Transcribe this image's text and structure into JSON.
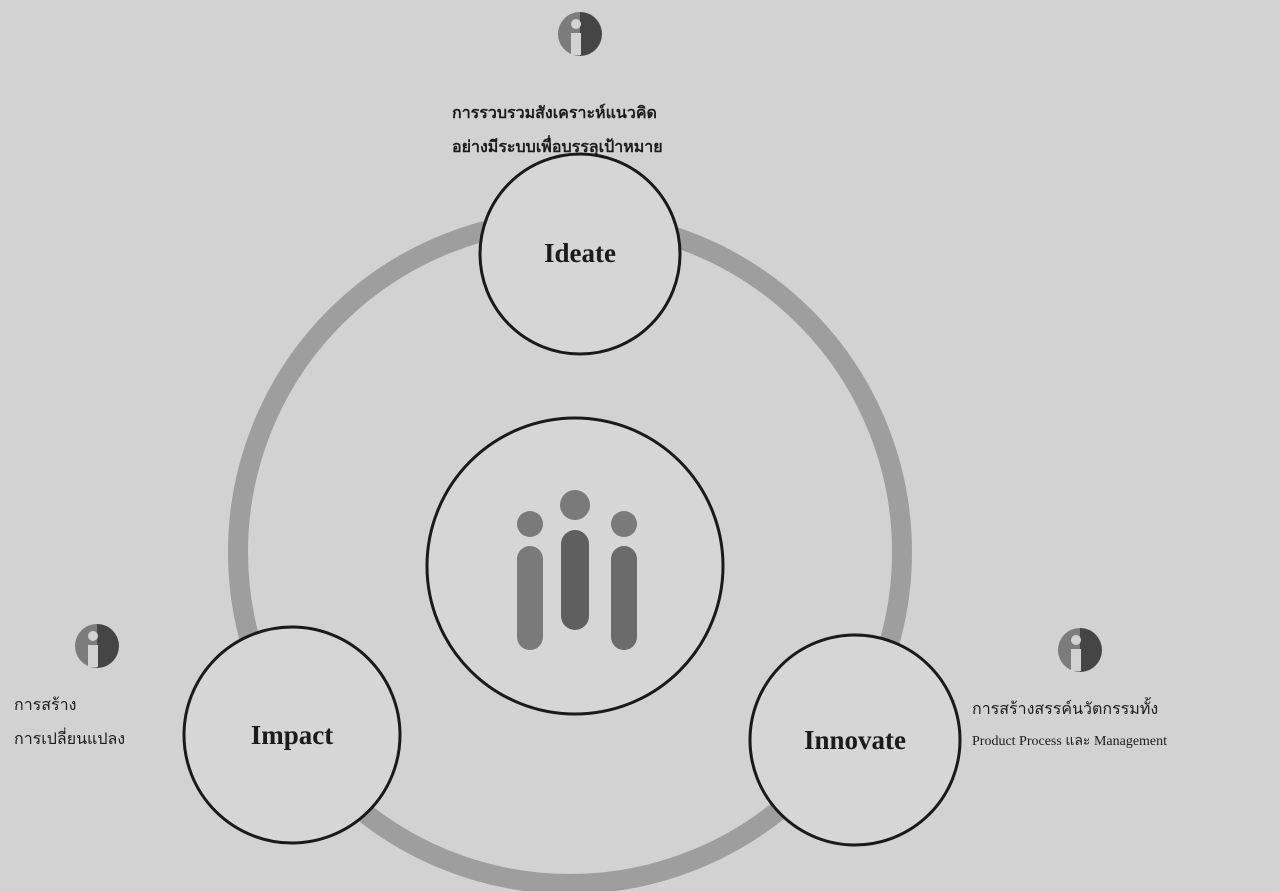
{
  "nodes": {
    "ideate": {
      "label": "Ideate",
      "caption_lines": [
        "การรวบรวมสังเคราะห์แนวคิด",
        "อย่างมีระบบเพื่อบรรลุเป้าหมาย"
      ]
    },
    "impact": {
      "label": "Impact",
      "caption_lines": [
        "การสร้าง",
        "การเปลี่ยนแปลง"
      ]
    },
    "innovate": {
      "label": "Innovate",
      "caption_lines": [
        "การสร้างสรรค์นวัตกรรมทั้ง",
        "Product Process และ Management"
      ]
    }
  },
  "colors": {
    "background": "#d2d2d2",
    "ring": "#9e9e9e",
    "circle_stroke": "#1a1a1a",
    "circle_fill": "#d6d6d6",
    "logo_gray": "#7a7a7a",
    "logo_dark": "#5a5a5a"
  },
  "icons": {
    "info": "info-badge-icon",
    "center_logo": "iii-people-logo"
  }
}
